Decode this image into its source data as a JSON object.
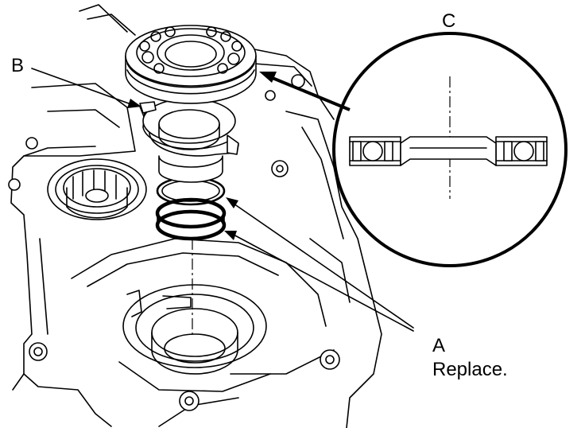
{
  "labels": {
    "b": "B",
    "c": "C",
    "a": "A",
    "a_note": "Replace."
  }
}
